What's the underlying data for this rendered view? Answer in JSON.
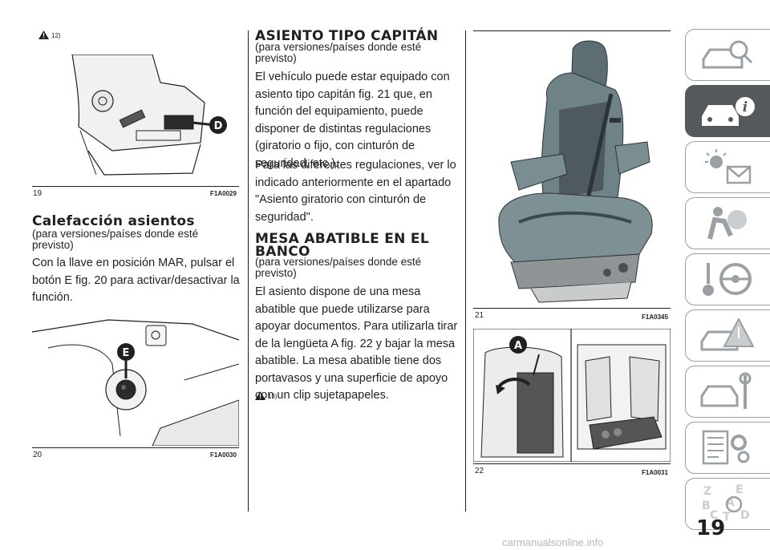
{
  "figures": {
    "f19": {
      "number": "19",
      "code": "F1A0029",
      "callout": "D"
    },
    "f20": {
      "number": "20",
      "code": "F1A0030",
      "callout": "E"
    },
    "f21": {
      "number": "21",
      "code": "F1A0345"
    },
    "f22": {
      "number": "22",
      "code": "F1A0031",
      "callout": "A"
    }
  },
  "warnings": {
    "w12": "12)",
    "w13": "13)"
  },
  "sections": {
    "heating": {
      "title": "Calefacción asientos",
      "subtitle": "(para versiones/países donde esté previsto)",
      "body": "Con la llave en posición MAR, pulsar el botón E fig. 20 para activar/desactivar la función."
    },
    "captain": {
      "title": "ASIENTO TIPO CAPITÁN",
      "subtitle": "(para versiones/países donde esté previsto)",
      "p1": "El vehículo puede estar equipado con asiento tipo capitán fig. 21 que, en función del equipamiento, puede disponer de distintas regulaciones (giratorio o fijo, con cinturón de seguridad, etc.).",
      "p2": "Para las diferentes regulaciones, ver lo indicado anteriormente en el apartado \"Asiento giratorio con cinturón de seguridad\"."
    },
    "table": {
      "title1": "MESA ABATIBLE EN EL",
      "title2": "BANCO",
      "subtitle": "(para versiones/países donde esté previsto)",
      "body": "El asiento dispone de una mesa abatible que puede utilizarse para apoyar documentos. Para utilizarla tirar de la lengüeta A fig. 22 y bajar la mesa abatible. La mesa abatible tiene dos portavasos y una superficie de apoyo con un clip sujetapapeles."
    }
  },
  "sidebar": {
    "tabs": [
      {
        "icon": "car-search-icon",
        "active": false
      },
      {
        "icon": "car-info-icon",
        "active": true
      },
      {
        "icon": "warning-lights-icon",
        "active": false
      },
      {
        "icon": "airbag-icon",
        "active": false
      },
      {
        "icon": "key-steering-icon",
        "active": false
      },
      {
        "icon": "emergency-icon",
        "active": false
      },
      {
        "icon": "car-tools-icon",
        "active": false
      },
      {
        "icon": "specs-gears-icon",
        "active": false
      },
      {
        "icon": "index-letters-icon",
        "active": false
      }
    ],
    "index_letters": "Z E B A C D T"
  },
  "page_number": "19",
  "watermark": "carmanualsonline.info",
  "colors": {
    "text": "#231f20",
    "tab_active": "#55595c",
    "tab_border": "#9aa0a4"
  }
}
